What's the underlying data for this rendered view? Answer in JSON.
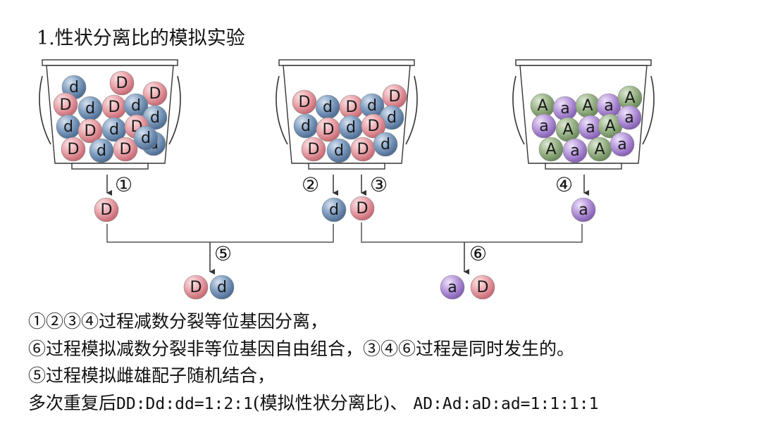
{
  "title": "1.性状分离比的模拟实验",
  "colors": {
    "pink": "#e58e96",
    "blue": "#6f8fb5",
    "green": "#8fab7c",
    "purple": "#a886cf",
    "line": "#555555"
  },
  "buckets": [
    {
      "name": "bucket-1",
      "balls": [
        {
          "letter": "d",
          "color": "blue"
        },
        {
          "letter": "D",
          "color": "pink"
        },
        {
          "letter": "D",
          "color": "pink"
        },
        {
          "letter": "D",
          "color": "pink"
        },
        {
          "letter": "d",
          "color": "blue"
        },
        {
          "letter": "D",
          "color": "pink"
        },
        {
          "letter": "d",
          "color": "blue"
        },
        {
          "letter": "d",
          "color": "blue"
        },
        {
          "letter": "d",
          "color": "blue"
        },
        {
          "letter": "D",
          "color": "pink"
        },
        {
          "letter": "d",
          "color": "blue"
        },
        {
          "letter": "D",
          "color": "pink"
        },
        {
          "letter": "d",
          "color": "blue"
        },
        {
          "letter": "D",
          "color": "pink"
        },
        {
          "letter": "d",
          "color": "blue"
        },
        {
          "letter": "D",
          "color": "pink"
        },
        {
          "letter": "d",
          "color": "blue"
        }
      ]
    },
    {
      "name": "bucket-2",
      "balls": [
        {
          "letter": "D",
          "color": "pink"
        },
        {
          "letter": "d",
          "color": "blue"
        },
        {
          "letter": "D",
          "color": "pink"
        },
        {
          "letter": "d",
          "color": "blue"
        },
        {
          "letter": "D",
          "color": "pink"
        },
        {
          "letter": "d",
          "color": "blue"
        },
        {
          "letter": "d",
          "color": "blue"
        },
        {
          "letter": "D",
          "color": "pink"
        },
        {
          "letter": "d",
          "color": "blue"
        },
        {
          "letter": "D",
          "color": "pink"
        },
        {
          "letter": "D",
          "color": "pink"
        },
        {
          "letter": "d",
          "color": "blue"
        },
        {
          "letter": "D",
          "color": "pink"
        },
        {
          "letter": "d",
          "color": "blue"
        }
      ]
    },
    {
      "name": "bucket-3",
      "balls": [
        {
          "letter": "A",
          "color": "green"
        },
        {
          "letter": "a",
          "color": "purple"
        },
        {
          "letter": "A",
          "color": "green"
        },
        {
          "letter": "a",
          "color": "purple"
        },
        {
          "letter": "A",
          "color": "green"
        },
        {
          "letter": "a",
          "color": "purple"
        },
        {
          "letter": "A",
          "color": "green"
        },
        {
          "letter": "a",
          "color": "purple"
        },
        {
          "letter": "A",
          "color": "green"
        },
        {
          "letter": "a",
          "color": "purple"
        },
        {
          "letter": "A",
          "color": "green"
        },
        {
          "letter": "a",
          "color": "purple"
        },
        {
          "letter": "A",
          "color": "green"
        },
        {
          "letter": "a",
          "color": "purple"
        }
      ]
    }
  ],
  "draws": [
    {
      "step": "①",
      "letter": "D",
      "color": "pink"
    },
    {
      "step": "②",
      "letter": "d",
      "color": "blue"
    },
    {
      "step": "③",
      "letter": "D",
      "color": "pink"
    },
    {
      "step": "④",
      "letter": "a",
      "color": "purple"
    }
  ],
  "combos": [
    {
      "step": "⑤",
      "balls": [
        {
          "letter": "D",
          "color": "pink"
        },
        {
          "letter": "d",
          "color": "blue"
        }
      ]
    },
    {
      "step": "⑥",
      "balls": [
        {
          "letter": "a",
          "color": "purple"
        },
        {
          "letter": "D",
          "color": "pink"
        }
      ]
    }
  ],
  "notes": {
    "line1": "①②③④过程减数分裂等位基因分离，",
    "line2": "⑥过程模拟减数分裂非等位基因自由组合，③④⑥过程是同时发生的。",
    "line3": "⑤过程模拟雌雄配子随机结合，",
    "line4_prefix": "多次重复后",
    "line4_ratio1": "DD:Dd:dd=1:2:1",
    "line4_middle": "(模拟性状分离比)、 ",
    "line4_ratio2": "AD:Ad:aD:ad=1:1:1:1"
  }
}
